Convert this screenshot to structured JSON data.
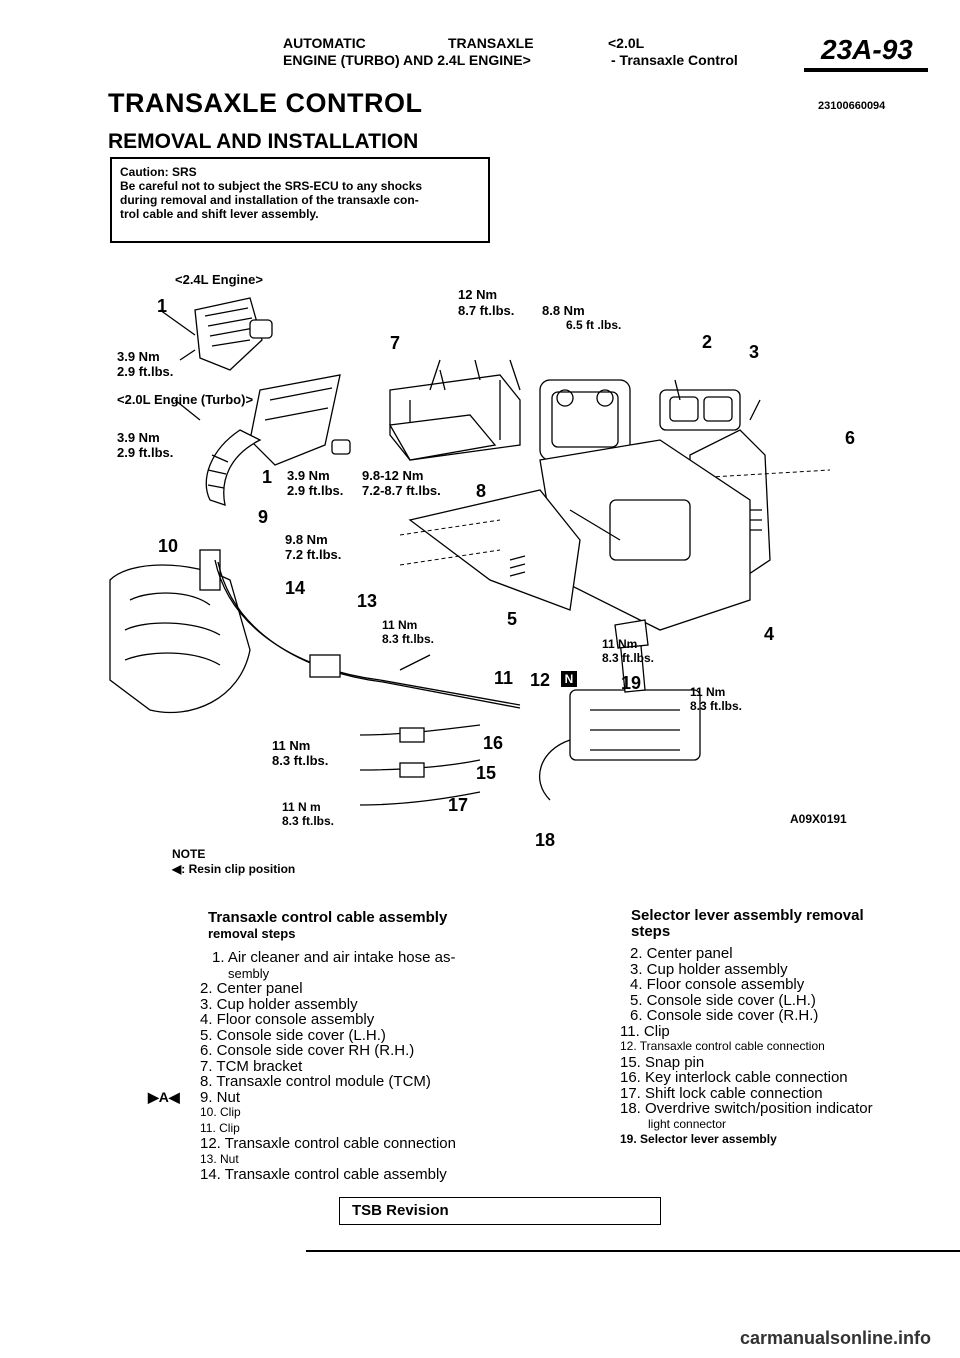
{
  "header": {
    "line1_left": "AUTOMATIC",
    "line1_mid": "TRANSAXLE",
    "line1_right": "<2.0L",
    "line2": "ENGINE  (TURBO)  AND  2.4L  ENGINE>",
    "line2_sub": "- Transaxle Control",
    "page_number": "23A-93"
  },
  "section": {
    "title": "TRANSAXLE CONTROL",
    "doc_code": "23100660094",
    "subtitle": "REMOVAL AND INSTALLATION"
  },
  "caution": {
    "heading": "Caution: SRS",
    "line1": "Be careful not to subject the SRS-ECU to any shocks",
    "line2": "during removal and installation of the transaxle con-",
    "line3": "trol cable and shift lever assembly."
  },
  "figure": {
    "engine_24": "<2.4L Engine>",
    "engine_20": "<2.0L Engine (Turbo)>",
    "torque": {
      "t1a": "3.9 Nm",
      "t1b": "2.9 ft.lbs.",
      "t2a": "3.9 Nm",
      "t2b": "2.9 ft.lbs.",
      "t3a": "12 Nm",
      "t3b": "8.7 ft.lbs.",
      "t4a": "8.8 Nm",
      "t4b": "6.5 ft .lbs.",
      "t5a": "3.9 Nm",
      "t5b": "2.9 ft.lbs.",
      "t6a": "9.8-12 Nm",
      "t6b": "7.2-8.7 ft.lbs.",
      "t7a": "9.8 Nm",
      "t7b": "7.2 ft.lbs.",
      "t8a": "11 Nm",
      "t8b": "8.3 ft.lbs.",
      "t9a": "11 Nm",
      "t9b": "8.3 ft.lbs.",
      "t10a": "11 Nm",
      "t10b": "8.3 ft.lbs.",
      "t11a": "11 Nm",
      "t11b": "8.3 ft.lbs.",
      "t12a": "11 N m",
      "t12b": "8.3 ft.lbs."
    },
    "callouts": {
      "c1a": "1",
      "c1b": "1",
      "c2": "2",
      "c3": "3",
      "c4": "4",
      "c5": "5",
      "c6": "6",
      "c7": "7",
      "c8": "8",
      "c9": "9",
      "c10": "10",
      "c11": "11",
      "c12": "12",
      "n_badge": "N",
      "c13": "13",
      "c14": "14",
      "c15": "15",
      "c16": "16",
      "c17": "17",
      "c18": "18",
      "c19": "19"
    },
    "figure_code": "A09X0191"
  },
  "note": {
    "label": "NOTE",
    "text": ": Resin clip position"
  },
  "left_column": {
    "heading1": "Transaxle control cable assembly",
    "heading2": "removal  steps",
    "steps": [
      "1. Air cleaner and air intake hose as-",
      "sembly",
      "2. Center panel",
      "3. Cup holder assembly",
      "4. Floor console assembly",
      "5. Console side cover (L.H.)",
      "6. Console side cover RH (R.H.)",
      "7. TCM bracket",
      "8. Transaxle control module (TCM)",
      "9.  Nut",
      "10. Clip",
      "11. Clip",
      "12. Transaxle control cable connection",
      "13. Nut",
      "14. Transaxle control cable assembly"
    ],
    "step9_marker": "A"
  },
  "right_column": {
    "heading1": "Selector lever assembly removal",
    "heading2": "steps",
    "steps": [
      "2. Center panel",
      "3. Cup holder assembly",
      "4. Floor console assembly",
      "5. Console side cover (L.H.)",
      "6. Console side cover (R.H.)",
      "11. Clip",
      "12. Transaxle control cable connection",
      "15. Snap pin",
      "16. Key interlock cable connection",
      "17. Shift lock cable connection",
      "18. Overdrive switch/position indicator",
      "light connector",
      "19. Selector lever assembly"
    ]
  },
  "footer": {
    "tsb": "TSB Revision",
    "watermark": "carmanualsonline.info"
  }
}
